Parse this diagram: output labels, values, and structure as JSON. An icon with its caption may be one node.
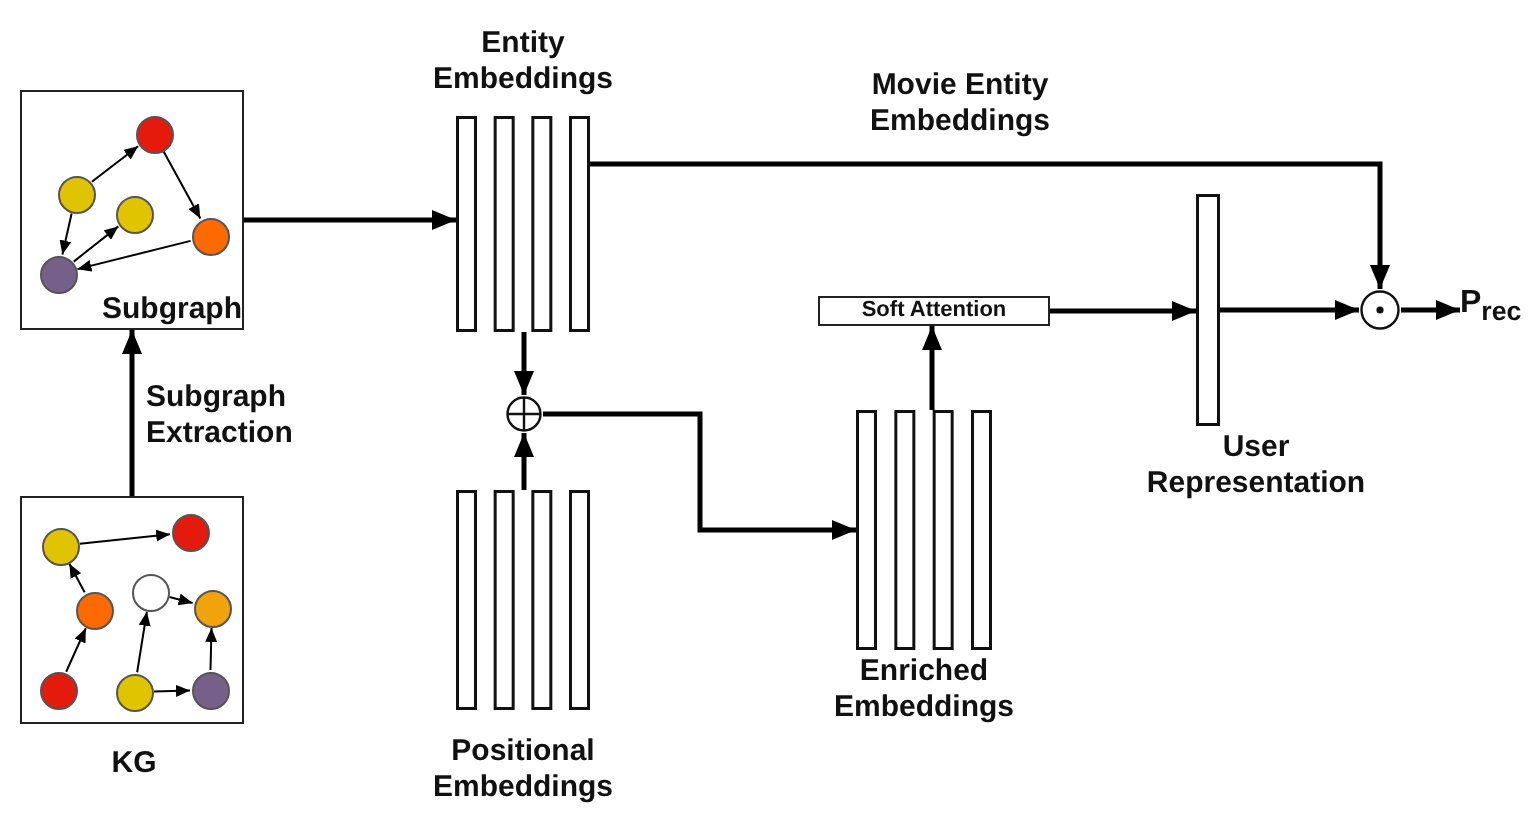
{
  "diagram": {
    "nodes": [
      {
        "text": [
          "Subgraph"
        ]
      },
      {
        "text": [
          "KG"
        ]
      },
      {
        "text": [
          "Entity Embeddings"
        ]
      },
      {
        "text": [],
        "shape": "circle"
      },
      {
        "text": [
          "Positional Embeddings"
        ]
      },
      {
        "text": [
          "Enriched Embeddings"
        ]
      },
      {
        "text": [
          "Soft Attention"
        ]
      },
      {
        "text": [
          "User Representation"
        ]
      },
      {
        "text": [],
        "shape": "circle"
      },
      {
        "text": [
          "P$_{rec}$"
        ]
      },
      {
        "text": [],
        "shape": "circle",
        "in": 0
      },
      {
        "text": [],
        "shape": "circle",
        "in": 0
      },
      {
        "text": [],
        "shape": "circle",
        "in": 0
      },
      {
        "text": [],
        "shape": "circle",
        "in": 0
      },
      {
        "text": [],
        "shape": "circle",
        "in": 0
      },
      {
        "text": [],
        "shape": "circle",
        "in": 1
      },
      {
        "text": [],
        "shape": "circle",
        "in": 1
      },
      {
        "text": [],
        "shape": "circle",
        "in": 1
      },
      {
        "text": [],
        "shape": "circle",
        "in": 1
      },
      {
        "text": [],
        "shape": "circle",
        "in": 1
      },
      {
        "text": [],
        "shape": "circle",
        "in": 1
      },
      {
        "text": [],
        "shape": "circle",
        "in": 1
      },
      {
        "text": [],
        "shape": "circle",
        "in": 1
      }
    ],
    "edges": [
      {
        "from": 1,
        "to": 0,
        "arrow": "to",
        "label": "Subgraph Extraction",
        "style": "thick"
      },
      {
        "from": 0,
        "to": 2,
        "arrow": "to",
        "style": "thick"
      },
      {
        "from": 2,
        "to": 8,
        "arrow": "to",
        "label": "Movie Entity Embeddings",
        "style": "thick"
      },
      {
        "from": 2,
        "to": 3,
        "arrow": "to",
        "style": "thick"
      },
      {
        "from": 4,
        "to": 3,
        "arrow": "to",
        "style": "thick"
      },
      {
        "from": 3,
        "to": 5,
        "arrow": "to",
        "style": "thick"
      },
      {
        "from": 5,
        "to": 6,
        "arrow": "to",
        "style": "thick"
      },
      {
        "from": 6,
        "to": 7,
        "arrow": "to",
        "style": "thick"
      },
      {
        "from": 7,
        "to": 8,
        "arrow": "to",
        "style": "thick"
      },
      {
        "from": 8,
        "to": 9,
        "arrow": "to",
        "style": "thick"
      },
      {
        "from": 11,
        "to": 10,
        "arrow": "to"
      },
      {
        "from": 10,
        "to": 13,
        "arrow": "to"
      },
      {
        "from": 11,
        "to": 14,
        "arrow": "to"
      },
      {
        "from": 14,
        "to": 12,
        "arrow": "to"
      },
      {
        "from": 13,
        "to": 14,
        "arrow": "to"
      },
      {
        "from": 15,
        "to": 16,
        "arrow": "to"
      },
      {
        "from": 17,
        "to": 15,
        "arrow": "to"
      },
      {
        "from": 20,
        "to": 17,
        "arrow": "to"
      },
      {
        "from": 21,
        "to": 18,
        "arrow": "to"
      },
      {
        "from": 18,
        "to": 19,
        "arrow": "to"
      },
      {
        "from": 21,
        "to": 22,
        "arrow": "to"
      },
      {
        "from": 22,
        "to": 19,
        "arrow": "to"
      }
    ]
  }
}
